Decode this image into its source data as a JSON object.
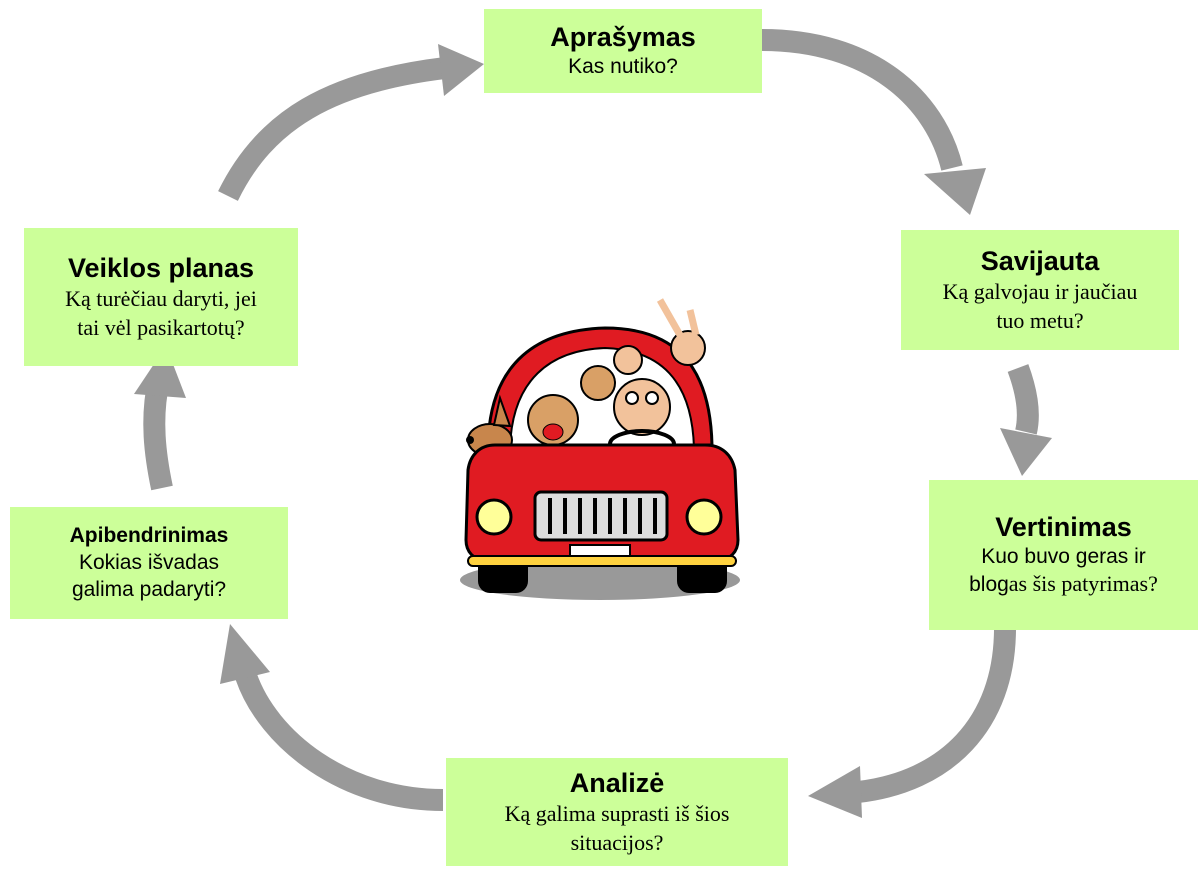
{
  "cycle": {
    "describe": {
      "title": "Aprašymas",
      "question": "Kas nutiko?"
    },
    "feelings": {
      "title": "Savijauta",
      "question_line1": "Ką galvojau ir jaučiau",
      "question_line2": "tuo metu?"
    },
    "evaluation": {
      "title": "Vertinimas",
      "question_line1": "Kuo buvo geras ir",
      "question_line2a": "blog",
      "question_line2b": "as šis patyrimas?"
    },
    "analysis": {
      "title": "Analizė",
      "question_line1": "Ką galima suprasti iš šios",
      "question_line2": "situacijos?"
    },
    "conclusion": {
      "title": "Apibendrinimas",
      "question_line1": "Kokias išvadas",
      "question_line2": "galima padaryti?"
    },
    "action_plan": {
      "title": "Veiklos planas",
      "question_line1": "Ką turėčiau daryti, jei",
      "question_line2": "tai vėl pasikartotų?"
    }
  },
  "colors": {
    "box_fill": "#ccff99",
    "arrow": "#999999",
    "car_body": "#e01b22"
  },
  "illustration": "cartoon-car-with-family"
}
